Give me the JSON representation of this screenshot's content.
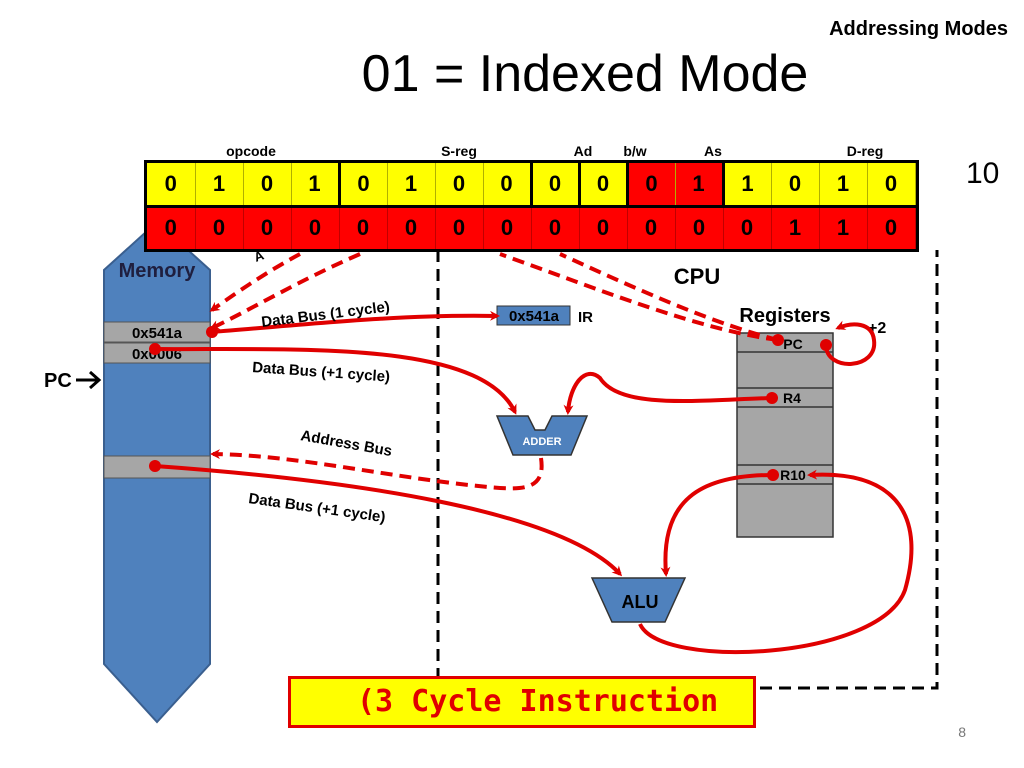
{
  "header": {
    "section": "Addressing Modes",
    "title": "01 = Indexed Mode",
    "page_number": "8"
  },
  "instruction": {
    "field_labels": [
      "opcode",
      "S-reg",
      "Ad",
      "b/w",
      "As",
      "D-reg"
    ],
    "row1_bits": [
      "0",
      "1",
      "0",
      "1",
      "0",
      "1",
      "0",
      "0",
      "0",
      "0",
      "0",
      "1",
      "1",
      "0",
      "1",
      "0"
    ],
    "row2_bits": [
      "0",
      "0",
      "0",
      "0",
      "0",
      "0",
      "0",
      "0",
      "0",
      "0",
      "0",
      "0",
      "0",
      "1",
      "1",
      "0"
    ],
    "overflow_digits": "10",
    "colors": {
      "bit_fill": "#ffff00",
      "highlight_fill": "#ff0000"
    }
  },
  "memory": {
    "label": "Memory",
    "cells": [
      "0x541a",
      "0x0006"
    ],
    "pc_label": "PC",
    "color": "#4f81bd"
  },
  "cpu": {
    "label": "CPU",
    "ir_value": "0x541a",
    "ir_label": "IR",
    "registers_label": "Registers",
    "registers": [
      "PC",
      "R4",
      "R10"
    ],
    "increment_label": "+2",
    "adder_label": "ADDER",
    "alu_label": "ALU"
  },
  "buses": {
    "data_bus_1": "Data Bus (1 cycle)",
    "data_bus_2": "Data Bus (+1 cycle)",
    "address_bus": "Address Bus",
    "data_bus_3": "Data Bus (+1 cycle)",
    "partial_label": "A"
  },
  "footer": {
    "cycle_note": "(3 Cycle Instruction"
  },
  "colors": {
    "arrow": "#e00000",
    "register_fill": "#a6a6a6",
    "unit_fill": "#4f81bd"
  }
}
